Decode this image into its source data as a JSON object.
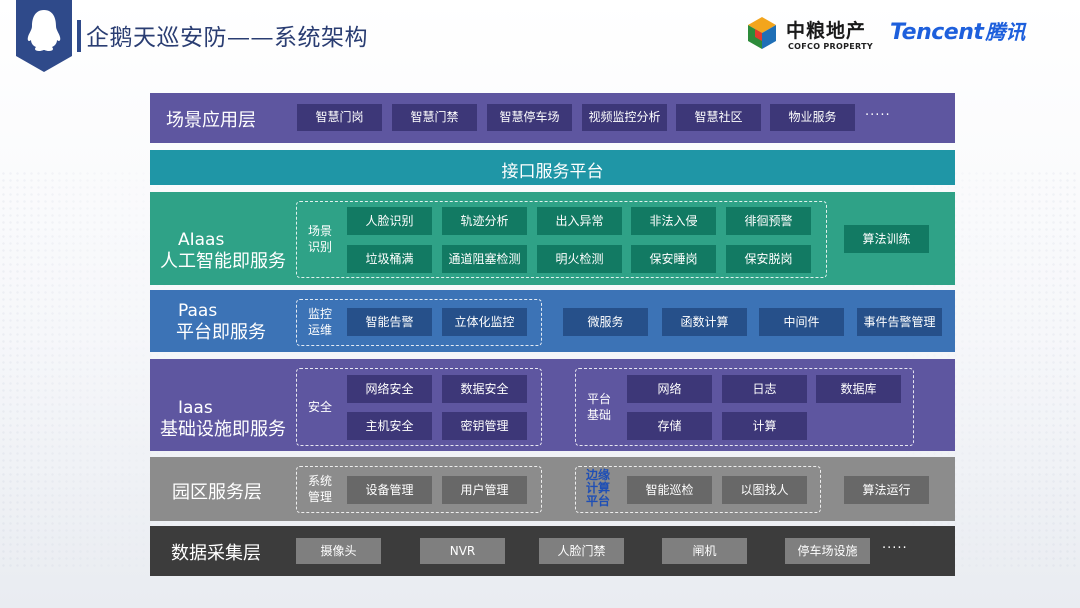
{
  "header": {
    "title": "企鹅天巡安防——系统架构",
    "partner_cn": "中粮地产",
    "partner_en": "COFCO PROPERTY",
    "tencent_en": "Tencent",
    "tencent_cn": "腾讯"
  },
  "layers": {
    "scene": {
      "name": "场景应用层",
      "items": [
        "智慧门岗",
        "智慧门禁",
        "智慧停车场",
        "视频监控分析",
        "智慧社区",
        "物业服务"
      ],
      "more": "·····"
    },
    "api": {
      "name": "接口服务平台"
    },
    "ai": {
      "name_en": "AIaas",
      "name_cn": "人工智能即服务",
      "group_label": [
        "场景",
        "识别"
      ],
      "row1": [
        "人脸识别",
        "轨迹分析",
        "出入异常",
        "非法入侵",
        "徘徊预警"
      ],
      "row2": [
        "垃圾桶满",
        "通道阻塞检测",
        "明火检测",
        "保安睡岗",
        "保安脱岗"
      ],
      "extra": "算法训练"
    },
    "paas": {
      "name_en": "Paas",
      "name_cn": "平台即服务",
      "group_label": [
        "监控",
        "运维"
      ],
      "group_items": [
        "智能告警",
        "立体化监控"
      ],
      "items": [
        "微服务",
        "函数计算",
        "中间件",
        "事件告警管理"
      ]
    },
    "iaas": {
      "name_en": "Iaas",
      "name_cn": "基础设施即服务",
      "security_label": "安全",
      "security_items": [
        "网络安全",
        "数据安全",
        "主机安全",
        "密钥管理"
      ],
      "platform_label": [
        "平台",
        "基础"
      ],
      "platform_items": [
        "网络",
        "日志",
        "数据库",
        "存储",
        "计算"
      ]
    },
    "park": {
      "name": "园区服务层",
      "sys_label": [
        "系统",
        "管理"
      ],
      "sys_items": [
        "设备管理",
        "用户管理"
      ],
      "edge_label": [
        "边缘",
        "计算",
        "平台"
      ],
      "edge_items": [
        "智能巡检",
        "以图找人"
      ],
      "extra": "算法运行"
    },
    "data": {
      "name": "数据采集层",
      "items": [
        "摄像头",
        "NVR",
        "人脸门禁",
        "闸机",
        "停车场设施"
      ],
      "more": "·····"
    }
  },
  "colors": {
    "purple": "#5e56a0",
    "teal": "#1f96a6",
    "green": "#2fa287",
    "blue": "#3c73b6",
    "gray": "#8c8c8c",
    "dark": "#3c3c3c",
    "accent_blue": "#1d5fdc"
  }
}
